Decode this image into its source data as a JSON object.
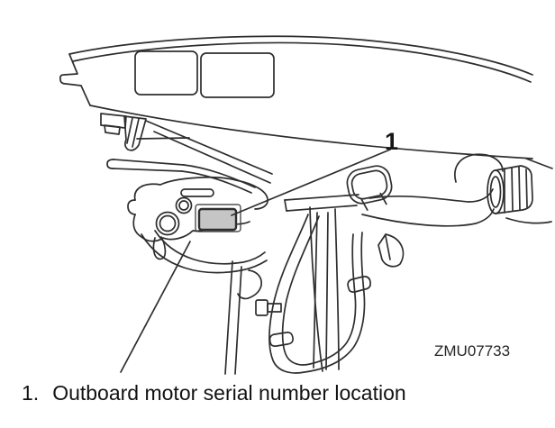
{
  "figure": {
    "callout_label": "1",
    "figure_code": "ZMU07733",
    "caption": {
      "number": "1.",
      "text": "Outboard motor serial number location"
    }
  },
  "colors": {
    "line": "#2e2e2e",
    "text": "#121212",
    "plate_fill": "#c5c5c5",
    "background": "#ffffff"
  }
}
